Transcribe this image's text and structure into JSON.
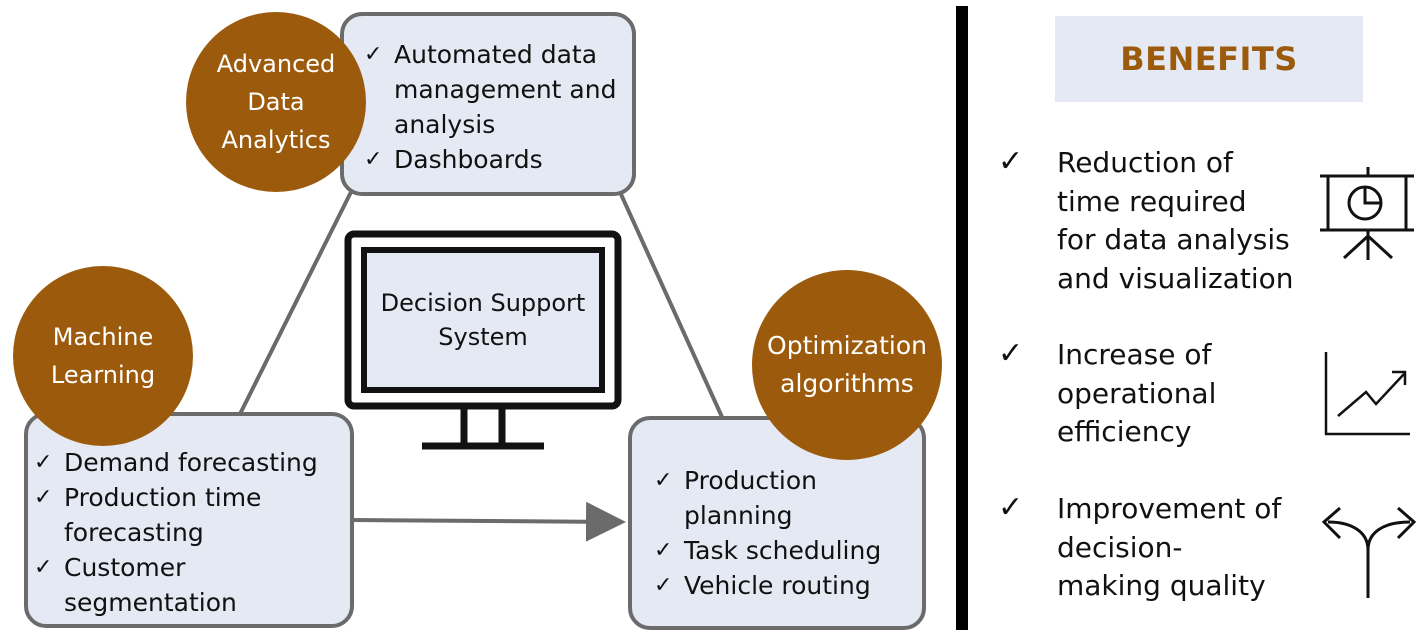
{
  "center": {
    "label": "Decision Support\nSystem",
    "icon": "monitor-icon"
  },
  "modules": [
    {
      "id": "advanced-data-analytics",
      "title": "Advanced\nData\nAnalytics",
      "items": [
        "Automated data management and analysis",
        "Dashboards"
      ]
    },
    {
      "id": "machine-learning",
      "title": "Machine\nLearning",
      "items": [
        "Demand forecasting",
        "Production time forecasting",
        "Customer segmentation"
      ]
    },
    {
      "id": "optimization-algorithms",
      "title": "Optimization\nalgorithms",
      "items": [
        "Production planning",
        "Task scheduling",
        "Vehicle routing"
      ]
    }
  ],
  "check_glyph": "✓",
  "benefits": {
    "title": "BENEFITS",
    "items": [
      {
        "text": "Reduction of\ntime required\nfor data analysis\nand visualization",
        "icon": "presentation-pie-chart-icon"
      },
      {
        "text": "Increase of\noperational\nefficiency",
        "icon": "growth-line-chart-icon"
      },
      {
        "text": "Improvement of\ndecision-\nmaking quality",
        "icon": "diverging-arrows-icon"
      }
    ]
  },
  "colors": {
    "circle": "#9c5b0c",
    "box_fill": "#e4e9f3",
    "box_border": "#6b6b6b",
    "benefits_title": "#9c5b0c",
    "benefits_header_bg": "#e4e9f3",
    "divider": "#000000"
  }
}
